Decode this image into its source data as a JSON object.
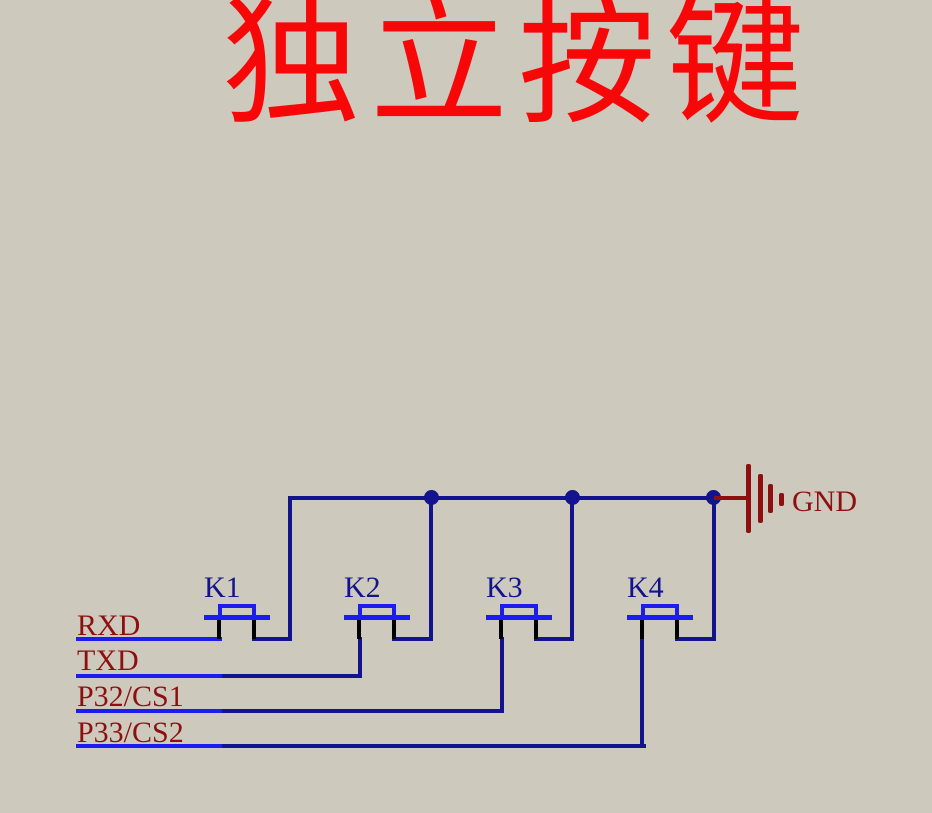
{
  "title": {
    "text": "独立按键"
  },
  "schematic": {
    "buttons": [
      {
        "ref": "K1"
      },
      {
        "ref": "K2"
      },
      {
        "ref": "K3"
      },
      {
        "ref": "K4"
      }
    ],
    "nets": [
      {
        "name": "RXD"
      },
      {
        "name": "TXD"
      },
      {
        "name": "P32/CS1"
      },
      {
        "name": "P33/CS2"
      }
    ],
    "ground": {
      "name": "GND"
    }
  },
  "colors": {
    "background": "#cdc9bd",
    "title_red": "#f70707",
    "wire_navy": "#13138e",
    "terminal_blue": "#1c1cf0",
    "stub_black": "#000000",
    "dark_red": "#8e0f0f"
  }
}
